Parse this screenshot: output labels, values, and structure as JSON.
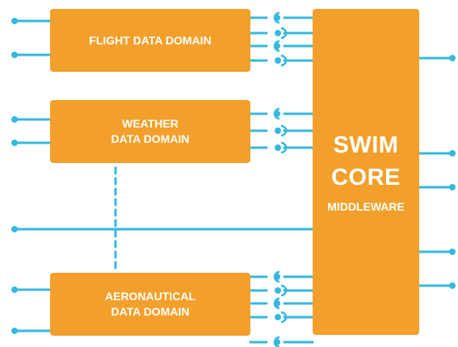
{
  "colors": {
    "box": "#F2A02B",
    "connector": "#35B8E0",
    "box_text": "#FFFFFF"
  },
  "domains": {
    "flight": {
      "line1": "FLIGHT DATA DOMAIN"
    },
    "weather": {
      "line1": "WEATHER",
      "line2": "DATA DOMAIN"
    },
    "aeronautical": {
      "line1": "AERONAUTICAL",
      "line2": "DATA DOMAIN"
    }
  },
  "core": {
    "line1": "SWIM",
    "line2": "CORE",
    "line3": "MIDDLEWARE"
  }
}
